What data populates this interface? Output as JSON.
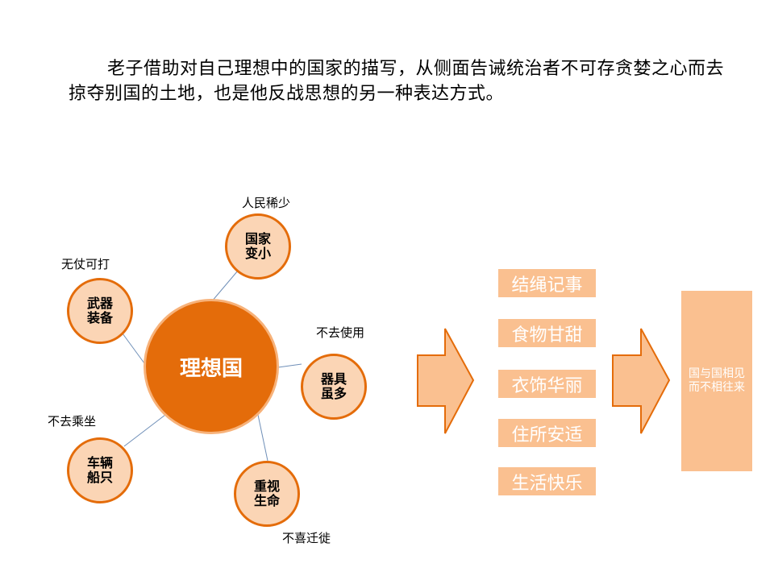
{
  "paragraph": "老子借助对自己理想中的国家的描写，从侧面告诫统治者不可存贪婪之心而去掠夺别国的土地，也是他反战思想的另一种表达方式。",
  "center": "理想国",
  "satellites": [
    {
      "text": "国家变小",
      "label": "人民稀少"
    },
    {
      "text": "武器装备",
      "label": "无仗可打"
    },
    {
      "text": "器具虽多",
      "label": "不去使用"
    },
    {
      "text": "车辆船只",
      "label": "不去乘坐"
    },
    {
      "text": "重视生命",
      "label": "不喜迁徙"
    }
  ],
  "boxes": [
    "结绳记事",
    "食物甘甜",
    "衣饰华丽",
    "住所安适",
    "生活快乐"
  ],
  "result": "国与国相见而不相往来",
  "colors": {
    "accent": "#e46c0a",
    "light": "#fbd5b5",
    "box": "#fac090"
  }
}
